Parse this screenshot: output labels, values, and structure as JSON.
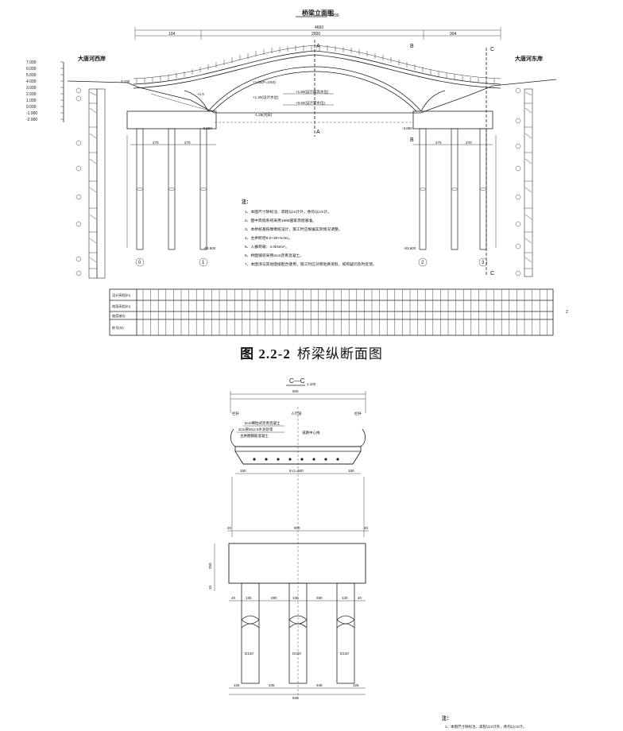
{
  "figure": {
    "number": "图 2.2-2",
    "caption": "桥梁纵断面图",
    "page_no": "2"
  },
  "elevation_view": {
    "title": "桥梁立面图",
    "scale": "1:200",
    "total_length": "4660",
    "span_dims": [
      "104",
      "2000",
      "904"
    ],
    "left_bank": "大唐河西岸",
    "right_bank": "大唐河东岸",
    "section_marks": [
      "A",
      "A",
      "B",
      "B",
      "C",
      "C"
    ],
    "left_scale_ticks": [
      "7.000",
      "6.000",
      "5.000",
      "4.000",
      "3.000",
      "2.000",
      "1.000",
      "0.000",
      "-1.000",
      "-2.000"
    ],
    "water_levels": [
      "+1.80(设计最高水位)",
      "+0.50(设计常水位)",
      "-1.26(河床)",
      "+1.20(设计水位)",
      "+1.36(P=1/50)"
    ],
    "elev_labels": [
      "-3.850",
      "-3.850",
      "-63.600",
      "-63.600",
      "3.100",
      "+1.5"
    ],
    "pile_dims": [
      "270",
      "270",
      "270",
      "270"
    ],
    "pier_numbers": [
      "0",
      "1",
      "2",
      "3"
    ],
    "notes_title": "注：",
    "notes": [
      "1、本图尺寸除标注、高程以m计外，余均以cm计。",
      "2、图中高程系统采用1985国家高程基准。",
      "3、本桥桩基按摩擦桩设计，施工时应根据实际情况调整。",
      "4、主拱跨径9.0+30+9.0m。",
      "5、人群荷载：4.0kN/m²。",
      "6、桥面铺装采用4cm沥青混凝土。",
      "7、本图须与其他图纸配合使用，施工时应对照地质资料，如有疑问及时反馈。"
    ],
    "table_rows": [
      "设计高程(m)",
      "地面高程(m)",
      "坡度坡长",
      "桩号(m)"
    ]
  },
  "cross_section": {
    "title": "C—C",
    "scale": "1:100",
    "top_width": "900",
    "label_left": "栏杆",
    "label_mid": "人行道",
    "label_right": "栏杆",
    "layers": [
      "5cm细粒式沥青混凝土",
      "3cm厚M12.5水泥砂浆",
      "主拱圈钢筋混凝土"
    ],
    "center_line": "道路中心线",
    "deck_dims": [
      "150",
      "6×1=600",
      "150"
    ],
    "cap_dims": [
      "20",
      "900",
      "20"
    ],
    "cap_height": "250",
    "cap_side": "10",
    "pile_spacing": [
      "40",
      "130",
      "280",
      "130",
      "280",
      "130",
      "40"
    ],
    "pile_diameter": "D120",
    "bottom_dims": [
      "125",
      "345",
      "345",
      "125"
    ],
    "bottom_total": "940"
  },
  "bottom_note": {
    "title": "注：",
    "text": "1、本图尺寸除标注、高程以m计外，余均以cm计。"
  }
}
